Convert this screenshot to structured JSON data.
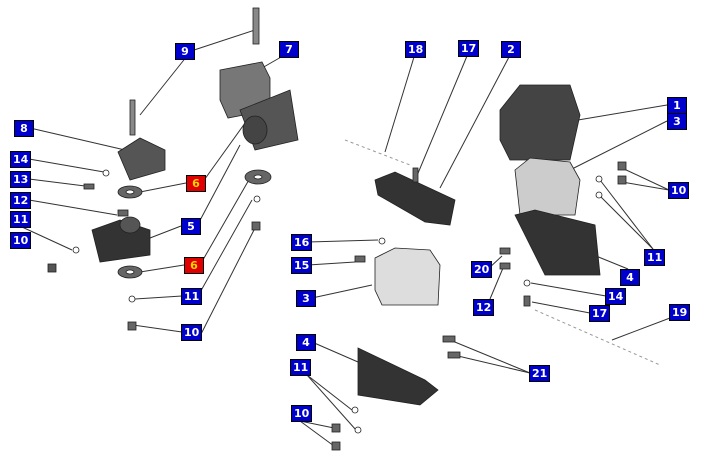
{
  "title": "Engine mount exploded parts diagram",
  "colors": {
    "callout": "#0000cc",
    "callout_text": "#ffffff",
    "highlight": "#e00000",
    "highlight_text": "#ffd400"
  },
  "callouts": [
    {
      "number": "9",
      "highlighted": false
    },
    {
      "number": "7",
      "highlighted": false
    },
    {
      "number": "8",
      "highlighted": false
    },
    {
      "number": "14",
      "highlighted": false
    },
    {
      "number": "13",
      "highlighted": false
    },
    {
      "number": "6",
      "highlighted": true
    },
    {
      "number": "12",
      "highlighted": false
    },
    {
      "number": "11",
      "highlighted": false
    },
    {
      "number": "5",
      "highlighted": false
    },
    {
      "number": "10",
      "highlighted": false
    },
    {
      "number": "6",
      "highlighted": true
    },
    {
      "number": "11",
      "highlighted": false
    },
    {
      "number": "10",
      "highlighted": false
    },
    {
      "number": "18",
      "highlighted": false
    },
    {
      "number": "17",
      "highlighted": false
    },
    {
      "number": "2",
      "highlighted": false
    },
    {
      "number": "1",
      "highlighted": false
    },
    {
      "number": "3",
      "highlighted": false
    },
    {
      "number": "10",
      "highlighted": false
    },
    {
      "number": "11",
      "highlighted": false
    },
    {
      "number": "16",
      "highlighted": false
    },
    {
      "number": "15",
      "highlighted": false
    },
    {
      "number": "3",
      "highlighted": false
    },
    {
      "number": "20",
      "highlighted": false
    },
    {
      "number": "4",
      "highlighted": false
    },
    {
      "number": "14",
      "highlighted": false
    },
    {
      "number": "12",
      "highlighted": false
    },
    {
      "number": "17",
      "highlighted": false
    },
    {
      "number": "19",
      "highlighted": false
    },
    {
      "number": "4",
      "highlighted": false
    },
    {
      "number": "11",
      "highlighted": false
    },
    {
      "number": "21",
      "highlighted": false
    },
    {
      "number": "10",
      "highlighted": false
    }
  ]
}
